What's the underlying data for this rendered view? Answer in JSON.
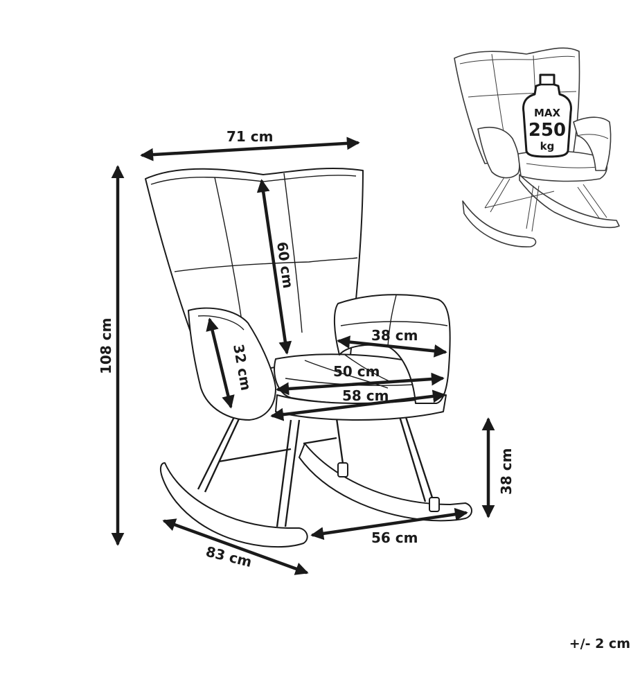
{
  "dimensions": {
    "width": "71 cm",
    "height": "108 cm",
    "backrest_height": "60 cm",
    "armrest_height": "32 cm",
    "armrest_width": "38 cm",
    "seat_depth": "50 cm",
    "seat_width": "58 cm",
    "depth": "83 cm",
    "rocker_width": "56 cm",
    "seat_height": "38 cm"
  },
  "max_load": {
    "label": "MAX",
    "value": "250",
    "unit": "kg"
  },
  "tolerance": "+/- 2 cm"
}
